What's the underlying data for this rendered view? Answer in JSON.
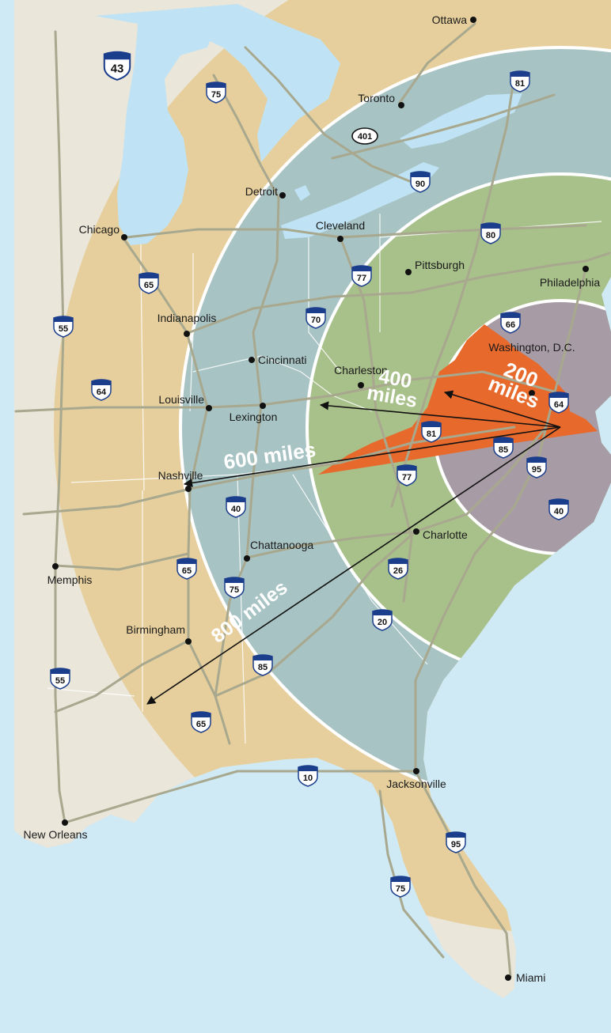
{
  "colors": {
    "water": "#cfe9f5",
    "lake": "#bfe3f4",
    "land": "#eae6da",
    "ring_800": "#e6cf9c",
    "ring_600": "#a8c3c4",
    "ring_400": "#a8c08a",
    "ring_200": "#a79ca5",
    "virginia": "#e8692c",
    "roads": "#a8a88e"
  },
  "distance_labels": [
    {
      "id": "200",
      "lines": [
        "200",
        "miles"
      ]
    },
    {
      "id": "400",
      "lines": [
        "400",
        "miles"
      ]
    },
    {
      "id": "600",
      "lines": [
        "600 miles"
      ]
    },
    {
      "id": "800",
      "lines": [
        "800 miles"
      ]
    }
  ],
  "cities": [
    {
      "name": "Ottawa"
    },
    {
      "name": "Toronto"
    },
    {
      "name": "Detroit"
    },
    {
      "name": "Chicago"
    },
    {
      "name": "Cleveland"
    },
    {
      "name": "Pittsburgh"
    },
    {
      "name": "Philadelphia"
    },
    {
      "name": "Indianapolis"
    },
    {
      "name": "Cincinnati"
    },
    {
      "name": "Washington, D.C."
    },
    {
      "name": "Charleston"
    },
    {
      "name": "Louisville"
    },
    {
      "name": "Lexington"
    },
    {
      "name": "Nashville"
    },
    {
      "name": "Charlotte"
    },
    {
      "name": "Chattanooga"
    },
    {
      "name": "Memphis"
    },
    {
      "name": "Birmingham"
    },
    {
      "name": "Jacksonville"
    },
    {
      "name": "New Orleans"
    },
    {
      "name": "Miami"
    }
  ],
  "shields": [
    {
      "number": "43",
      "type": "interstate"
    },
    {
      "number": "75",
      "type": "interstate"
    },
    {
      "number": "81",
      "type": "interstate"
    },
    {
      "number": "401",
      "type": "oval"
    },
    {
      "number": "90",
      "type": "interstate"
    },
    {
      "number": "80",
      "type": "interstate"
    },
    {
      "number": "77",
      "type": "interstate"
    },
    {
      "number": "65",
      "type": "interstate"
    },
    {
      "number": "70",
      "type": "interstate"
    },
    {
      "number": "55",
      "type": "interstate"
    },
    {
      "number": "66",
      "type": "interstate"
    },
    {
      "number": "64",
      "type": "interstate"
    },
    {
      "number": "64",
      "type": "interstate"
    },
    {
      "number": "81",
      "type": "interstate"
    },
    {
      "number": "85",
      "type": "interstate"
    },
    {
      "number": "77",
      "type": "interstate"
    },
    {
      "number": "95",
      "type": "interstate"
    },
    {
      "number": "40",
      "type": "interstate"
    },
    {
      "number": "40",
      "type": "interstate"
    },
    {
      "number": "65",
      "type": "interstate"
    },
    {
      "number": "75",
      "type": "interstate"
    },
    {
      "number": "26",
      "type": "interstate"
    },
    {
      "number": "20",
      "type": "interstate"
    },
    {
      "number": "85",
      "type": "interstate"
    },
    {
      "number": "55",
      "type": "interstate"
    },
    {
      "number": "65",
      "type": "interstate"
    },
    {
      "number": "10",
      "type": "interstate"
    },
    {
      "number": "95",
      "type": "interstate"
    },
    {
      "number": "75",
      "type": "interstate"
    }
  ]
}
